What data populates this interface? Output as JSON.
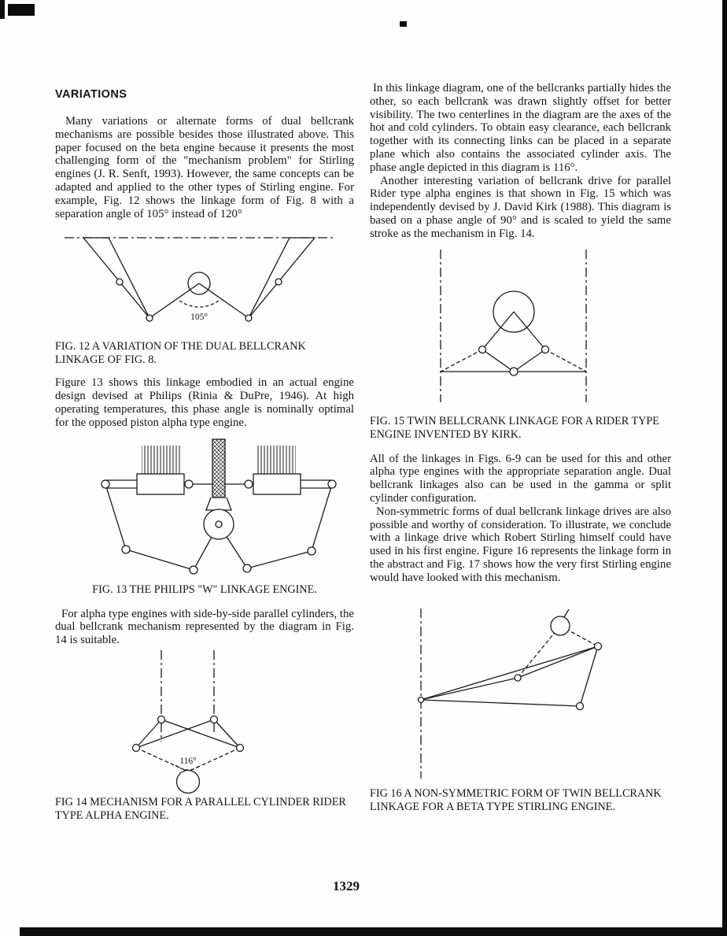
{
  "colors": {
    "ink": "#141414",
    "paper": "#fefefe"
  },
  "page": {
    "number": "1329"
  },
  "left": {
    "heading": "VARIATIONS",
    "para1": "Many variations or alternate forms of dual bellcrank mechanisms are possible besides those illustrated above. This paper focused on the beta engine because it presents the most challenging form of the \"mechanism problem\" for Stirling engines (J. R. Senft, 1993). However, the same concepts can be adapted and applied to the other types of Stirling engine. For example, Fig. 12 shows the linkage form of Fig. 8 with a separation angle of 105° instead of 120°",
    "fig12": {
      "angle_label": "105°",
      "caption": "FIG. 12  A VARIATION OF THE DUAL BELLCRANK LINKAGE OF FIG. 8."
    },
    "para2": "Figure 13 shows this linkage embodied in an actual engine design devised at Philips (Rinia & DuPre, 1946). At high operating temperatures, this phase angle is nominally optimal for the opposed piston alpha type engine.",
    "fig13": {
      "caption": "FIG. 13  THE PHILIPS \"W\" LINKAGE ENGINE."
    },
    "para3": "For alpha type engines with side-by-side parallel cylinders, the dual bellcrank mechanism represented by the diagram in Fig. 14 is suitable.",
    "fig14": {
      "angle_label": "116°",
      "caption": "FIG 14  MECHANISM FOR A PARALLEL CYLINDER RIDER TYPE ALPHA ENGINE."
    }
  },
  "right": {
    "para1": "In this linkage diagram, one of the bellcranks partially hides the other, so each bellcrank was drawn slightly offset for better visibility. The two centerlines in the diagram are the axes of the hot and cold cylinders. To obtain easy clearance, each bellcrank together with its connecting links can be placed in a separate plane which also contains the associated cylinder axis. The phase angle depicted in this diagram is 116°.",
    "para2": "Another interesting variation of bellcrank drive for parallel Rider type alpha engines is that shown in Fig. 15 which was independently devised by J. David Kirk (1988). This diagram is based on a phase angle of 90° and is scaled to yield the same stroke as the mechanism in Fig. 14.",
    "fig15": {
      "caption": "FIG. 15  TWIN BELLCRANK LINKAGE FOR A RIDER TYPE ENGINE INVENTED BY KIRK."
    },
    "para3": "All of the linkages in Figs. 6-9 can be used for this and other alpha type engines with the appropriate separation angle. Dual bellcrank linkages also can be used in the gamma or split cylinder configuration.",
    "para4": "Non-symmetric forms of dual bellcrank linkage drives are also possible and worthy of consideration. To illustrate, we conclude with a linkage drive which Robert Stirling himself could have used in his first engine. Figure 16 represents the linkage form in the abstract and Fig. 17 shows how the very first Stirling engine would have looked with this mechanism.",
    "fig16": {
      "caption": "FIG 16  A NON-SYMMETRIC FORM OF TWIN BELLCRANK LINKAGE FOR A BETA TYPE STIRLING ENGINE."
    }
  }
}
